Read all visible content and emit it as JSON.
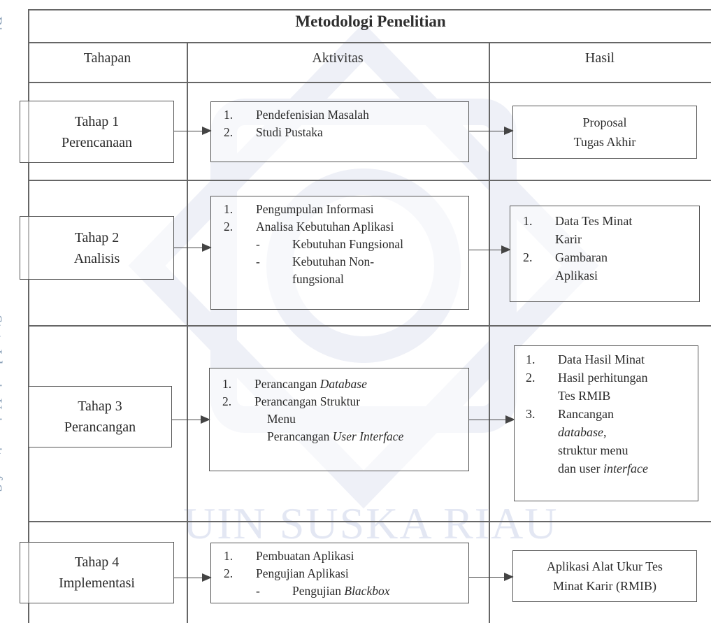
{
  "title": "Metodologi Penelitian",
  "columns": {
    "stage": "Tahapan",
    "activity": "Aktivitas",
    "result": "Hasil"
  },
  "watermark": {
    "side_top": "a Riau",
    "side_bottom": "State Islamic University of Su",
    "bottom": "UIN SUSKA RIAU"
  },
  "stages": [
    {
      "line1": "Tahap 1",
      "line2": "Perencanaan",
      "activities": [
        "Pendefenisian Masalah",
        "Studi Pustaka"
      ],
      "result_lines": [
        "Proposal",
        "Tugas Akhir"
      ]
    },
    {
      "line1": "Tahap 2",
      "line2": "Analisis",
      "activities": [
        "Pengumpulan Informasi",
        "Analisa Kebutuhan Aplikasi"
      ],
      "subitems": [
        "Kebutuhan Fungsional",
        "Kebutuhan Non-",
        "fungsional"
      ],
      "results": [
        "Data Tes Minat",
        "Karir",
        "Gambaran",
        "Aplikasi"
      ]
    },
    {
      "line1": "Tahap 3",
      "line2": "Perancangan",
      "activities": [
        "Perancangan",
        "Database",
        "Perancangan Struktur",
        "Menu",
        "Perancangan",
        "User Interface"
      ],
      "results": [
        "Data Hasil Minat",
        "Hasil perhitungan",
        "Tes RMIB",
        "Rancangan",
        "database",
        ",",
        "struktur menu",
        "dan user",
        "interface"
      ]
    },
    {
      "line1": "Tahap 4",
      "line2": "Implementasi",
      "activities": [
        "Pembuatan Aplikasi",
        "Pengujian Aplikasi"
      ],
      "subitems": [
        "Pengujian",
        "Blackbox"
      ],
      "result_lines": [
        "Aplikasi Alat Ukur Tes",
        "Minat Karir (RMIB)"
      ]
    }
  ],
  "numbers": [
    "1.",
    "2.",
    "3."
  ],
  "dash": "-"
}
